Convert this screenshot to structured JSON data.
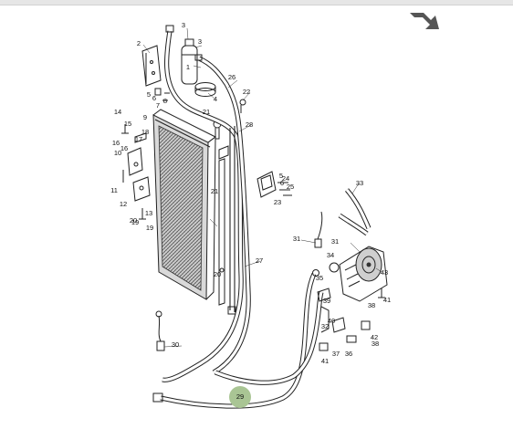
{
  "navigation": {
    "next_arrow_icon": "arrow-down-right-icon"
  },
  "diagram": {
    "highlight_color": "#a9c594",
    "highlighted_part": "30",
    "callouts": [
      "1",
      "2",
      "3",
      "3",
      "4",
      "5",
      "6",
      "7",
      "8",
      "9",
      "10",
      "11",
      "12",
      "13",
      "14",
      "15",
      "16",
      "16",
      "17",
      "18",
      "19",
      "19",
      "20",
      "20",
      "21",
      "21",
      "22",
      "23",
      "24",
      "25",
      "26",
      "27",
      "28",
      "29",
      "30",
      "31",
      "31",
      "32",
      "33",
      "34",
      "35",
      "36",
      "37",
      "38",
      "38",
      "39",
      "40",
      "41",
      "41",
      "42",
      "43",
      "5",
      "6"
    ]
  }
}
